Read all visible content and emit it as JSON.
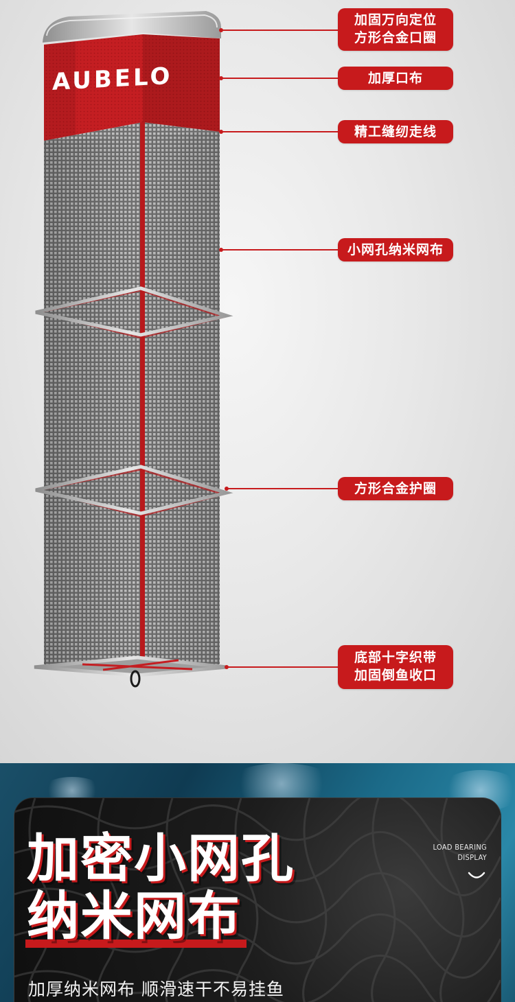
{
  "product": {
    "brand_logo": "AUBELO"
  },
  "callouts": [
    {
      "id": "alloy-ring",
      "lines": [
        "加固万向定位",
        "方形合金口圈"
      ]
    },
    {
      "id": "thick-cloth",
      "lines": [
        "加厚口布"
      ]
    },
    {
      "id": "stitching",
      "lines": [
        "精工缝纫走线"
      ]
    },
    {
      "id": "nano-mesh",
      "lines": [
        "小网孔纳米网布"
      ]
    },
    {
      "id": "guard-ring",
      "lines": [
        "方形合金护圈"
      ]
    },
    {
      "id": "bottom-strap",
      "lines": [
        "底部十字织带",
        "加固倒鱼收口"
      ]
    }
  ],
  "feature": {
    "headline_line1": "加密小网孔",
    "headline_line2": "纳米网布",
    "badge_line1": "LOAD BEARING",
    "badge_line2": "DISPLAY",
    "subline": "加厚纳米网布 顺滑速干不易挂鱼"
  },
  "colors": {
    "accent_red": "#c71a1c",
    "mesh_gray": "#8a8a8a",
    "dark_card": "#141414",
    "water_blue": "#1b6a88"
  }
}
